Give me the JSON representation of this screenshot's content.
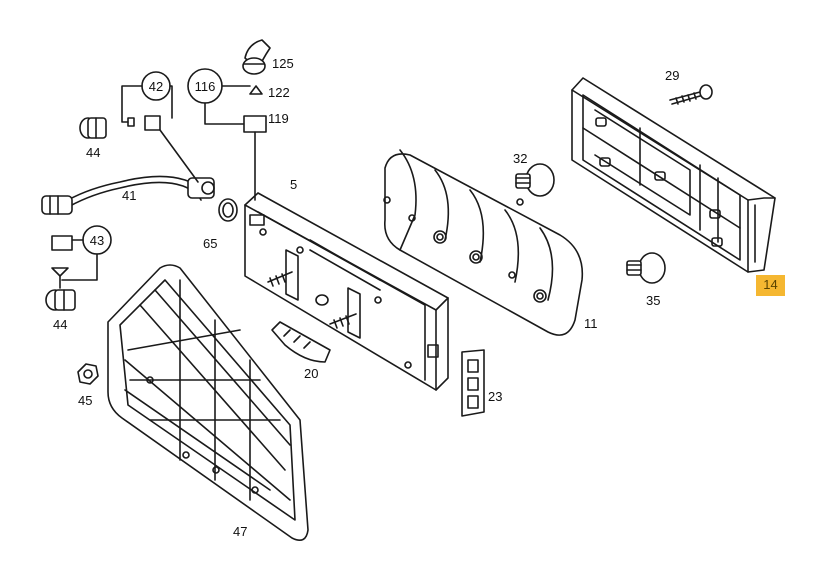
{
  "diagram": {
    "callouts": {
      "c42": "42",
      "c116": "116",
      "c43": "43"
    },
    "labels": {
      "p125": "125",
      "p122": "122",
      "p119": "119",
      "p29": "29",
      "p44a": "44",
      "p41": "41",
      "p5": "5",
      "p32": "32",
      "p65": "65",
      "p44b": "44",
      "p35": "35",
      "p11": "11",
      "p20": "20",
      "p45": "45",
      "p23": "23",
      "p47": "47"
    },
    "highlight": {
      "label": "14",
      "color": "#f5b731"
    }
  }
}
